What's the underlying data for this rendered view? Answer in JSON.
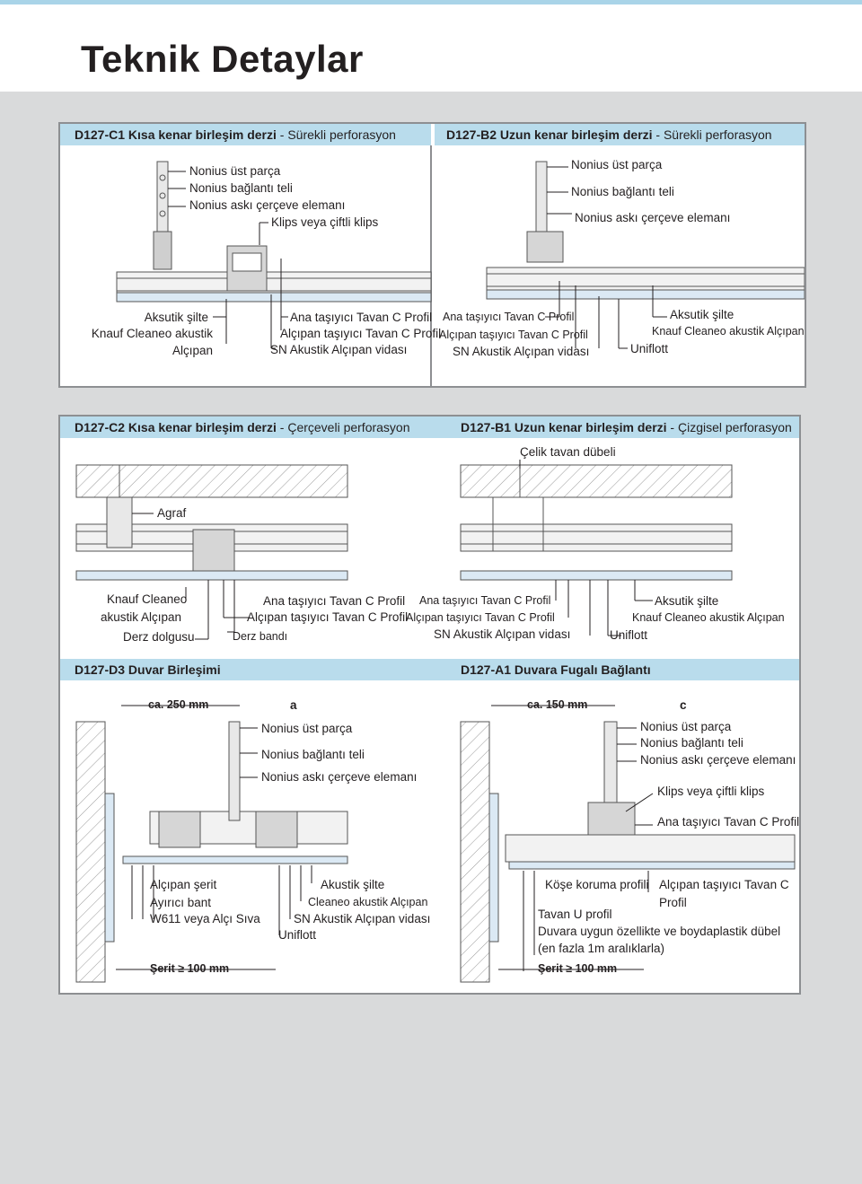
{
  "page": {
    "title": "Teknik Detaylar"
  },
  "panels": {
    "c1": {
      "code": "D127-C1",
      "title": "Kısa kenar birleşim derzi",
      "sub": " - Sürekli perforasyon",
      "labels": [
        "Nonius üst parça",
        "Nonius bağlantı teli",
        "Nonius askı çerçeve elemanı",
        "Klips veya çiftli klips",
        "Aksutik şilte",
        "Knauf Cleaneo akustik",
        "Alçıpan",
        "Ana taşıyıcı Tavan C Profil",
        "Alçıpan taşıyıcı Tavan C Profil",
        "SN Akustik Alçıpan vidası"
      ]
    },
    "b2": {
      "code": "D127-B2",
      "title": "Uzun kenar birleşim derzi",
      "sub": " - Sürekli perforasyon",
      "labels": [
        "Nonius üst parça",
        "Nonius bağlantı teli",
        "Nonius askı çerçeve elemanı",
        "Ana taşıyıcı Tavan C Profil",
        "Alçıpan taşıyıcı Tavan C Profil",
        "SN Akustik Alçıpan vidası",
        "Aksutik şilte",
        "Knauf Cleaneo akustik Alçıpan",
        "Uniflott"
      ]
    },
    "c2": {
      "code": "D127-C2",
      "title": "Kısa kenar birleşim derzi",
      "sub": " - Çerçeveli perforasyon",
      "labels": [
        "Agraf",
        "Knauf Cleaneo",
        "akustik Alçıpan",
        "Derz dolgusu",
        "Ana taşıyıcı Tavan C Profil",
        "Alçıpan taşıyıcı Tavan C Profil",
        "Derz bandı"
      ]
    },
    "b1": {
      "code": "D127-B1",
      "title": "Uzun kenar birleşim derzi",
      "sub": " - Çizgisel perforasyon",
      "labels": [
        "Çelik tavan dübeli",
        "Ana taşıyıcı Tavan C Profil",
        "Alçıpan taşıyıcı Tavan C Profil",
        "SN Akustik Alçıpan vidası",
        "Aksutik şilte",
        "Knauf Cleaneo akustik Alçıpan",
        "Uniflott"
      ]
    },
    "d3": {
      "code": "D127-D3",
      "title": "Duvar Birleşimi",
      "labels": [
        "ca. 250 mm",
        "a",
        "Nonius üst parça",
        "Nonius bağlantı teli",
        "Nonius askı çerçeve elemanı",
        "Alçıpan şerit",
        "Ayırıcı bant",
        "W611 veya Alçı Sıva",
        "Akustik şilte",
        "Cleaneo akustik Alçıpan",
        "SN Akustik Alçıpan vidası",
        "Uniflott",
        "Şerit ≥ 100 mm"
      ]
    },
    "a1": {
      "code": "D127-A1",
      "title": "Duvara Fugalı Bağlantı",
      "labels": [
        "ca. 150 mm",
        "c",
        "Nonius üst parça",
        "Nonius bağlantı teli",
        "Nonius askı çerçeve elemanı",
        "Klips veya çiftli klips",
        "Ana taşıyıcı Tavan C Profil",
        "Köşe koruma profili",
        "Alçıpan taşıyıcı Tavan C",
        "Profil",
        "Tavan U profil",
        "Duvara uygun özellikte ve boydaplastik dübel",
        "(en fazla 1m aralıklarla)",
        "Şerit ≥ 100 mm"
      ]
    }
  }
}
